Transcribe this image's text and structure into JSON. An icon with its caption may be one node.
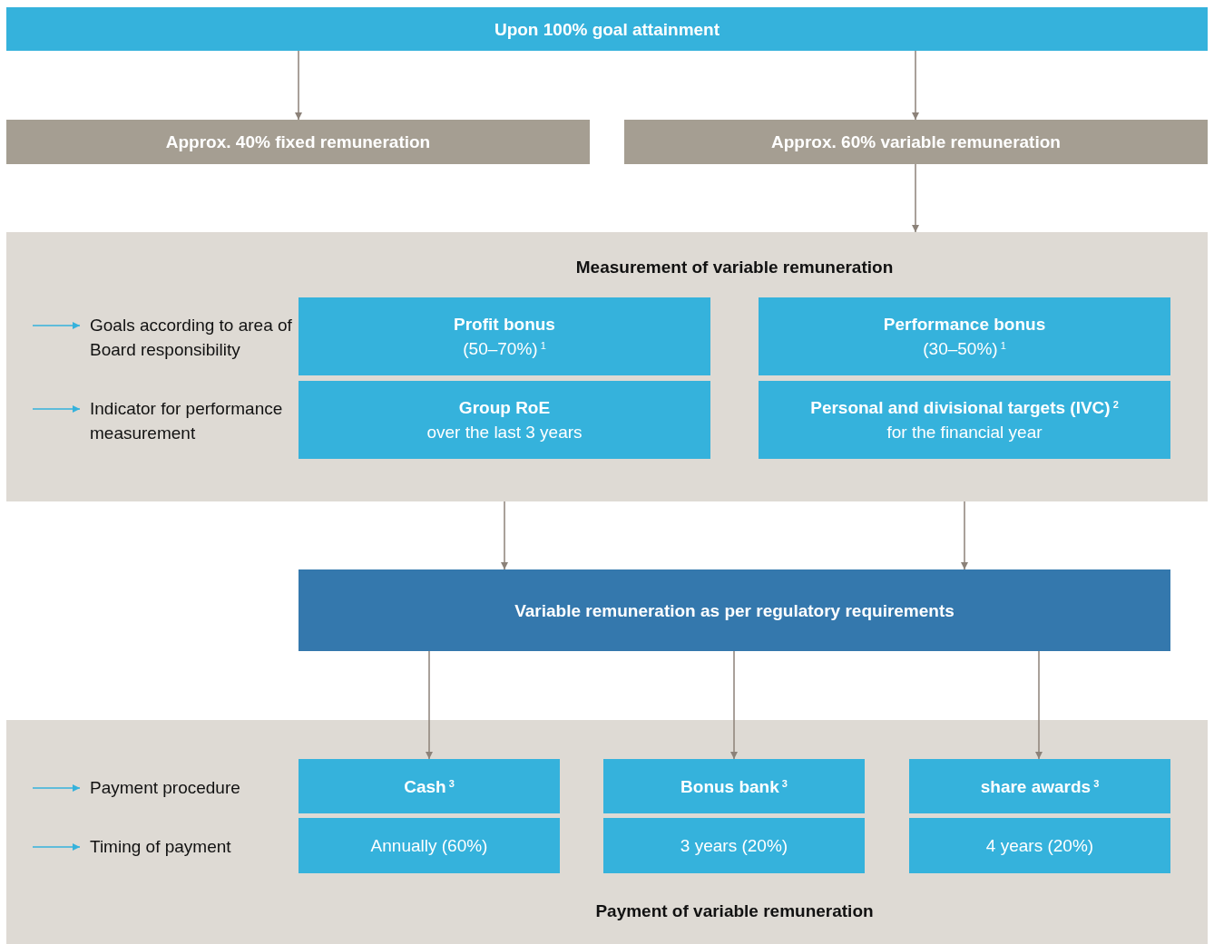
{
  "diagram": {
    "nodes": [
      {
        "text": [
          "Upon 100% goal attainment"
        ]
      },
      {
        "text": [
          "Approx. 40% fixed remuneration"
        ]
      },
      {
        "text": [
          "Approx. 60% variable remuneration"
        ]
      },
      {
        "text": [
          "Measurement of variable remuneration"
        ]
      },
      {
        "text": [
          "Goals according to area of Board responsibility"
        ],
        "in": 3
      },
      {
        "text": [
          "Indicator for performance measurement"
        ],
        "in": 3
      },
      {
        "text": [
          "Profit bonus",
          "(50–70%)$^{1}$"
        ],
        "in": 3
      },
      {
        "text": [
          "Performance bonus",
          "(30–50%)$^{1}$"
        ],
        "in": 3
      },
      {
        "text": [
          "Group RoE",
          "over the last 3 years"
        ],
        "in": 3
      },
      {
        "text": [
          "Personal and divisional targets (IVC)$^{2}$",
          "for the financial year"
        ],
        "in": 3
      },
      {
        "text": [
          "Variable remuneration as per regulatory requirements"
        ]
      },
      {
        "text": [
          "Payment of variable remuneration"
        ]
      },
      {
        "text": [
          "Payment procedure"
        ],
        "in": 11
      },
      {
        "text": [
          "Timing of payment"
        ],
        "in": 11
      },
      {
        "text": [
          "Cash$^{3}$"
        ],
        "in": 11
      },
      {
        "text": [
          "Bonus bank$^{3}$"
        ],
        "in": 11
      },
      {
        "text": [
          "share awards$^{3}$"
        ],
        "in": 11
      },
      {
        "text": [
          "Annually (60%)"
        ],
        "in": 11
      },
      {
        "text": [
          "3 years (20%)"
        ],
        "in": 11
      },
      {
        "text": [
          "4 years (20%)"
        ],
        "in": 11
      }
    ],
    "edges": [
      {
        "from": 0,
        "to": 1,
        "arrow": "to"
      },
      {
        "from": 0,
        "to": 2,
        "arrow": "to"
      },
      {
        "from": 2,
        "to": 3,
        "arrow": "to"
      },
      {
        "from": 3,
        "to": 10,
        "arrow": "to"
      },
      {
        "from": 3,
        "to": 10,
        "arrow": "to"
      },
      {
        "from": 10,
        "to": 14,
        "arrow": "to"
      },
      {
        "from": 10,
        "to": 15,
        "arrow": "to"
      },
      {
        "from": 10,
        "to": 16,
        "arrow": "to"
      },
      {
        "from": null,
        "to": 4,
        "arrow": "to",
        "color": "#35b2dc"
      },
      {
        "from": null,
        "to": 5,
        "arrow": "to",
        "color": "#35b2dc"
      },
      {
        "from": null,
        "to": 12,
        "arrow": "to",
        "color": "#35b2dc"
      },
      {
        "from": null,
        "to": 13,
        "arrow": "to",
        "color": "#35b2dc"
      }
    ]
  }
}
